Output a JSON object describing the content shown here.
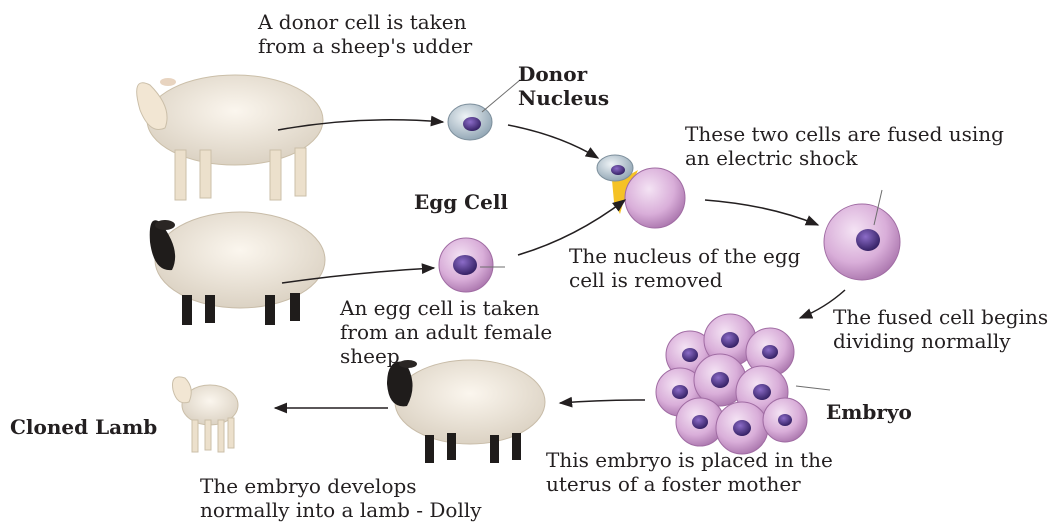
{
  "labels": {
    "donor_cell_taken": "A donor cell is taken\nfrom a sheep's udder",
    "donor_nucleus": "Donor\nNucleus",
    "egg_cell": "Egg Cell",
    "cells_fused": "These two cells are fused using\nan electric shock",
    "nucleus_removed": "The nucleus of the egg\ncell is removed",
    "egg_cell_taken": "An egg cell is taken\nfrom an adult female\nsheep",
    "fused_cell_dividing": "The fused cell begins\ndividing normally",
    "embryo": "Embryo",
    "cloned_lamb": "Cloned Lamb",
    "embryo_placed": "This embryo is placed in the\nuterus of a foster mother",
    "embryo_develops": "The embryo develops\nnormally into a lamb - Dolly"
  },
  "colors": {
    "white_fleece": "#efe3cf",
    "wool_grey": "#e4ddd0",
    "black_face": "#1f1c1b",
    "donor_cell": "#a9b9c4",
    "donor_nucleus": "#45408a",
    "egg_cell": "#cf9fd0",
    "egg_nucleus": "#4b2e86",
    "spark": "#f5c225",
    "arrow": "#231f20"
  }
}
